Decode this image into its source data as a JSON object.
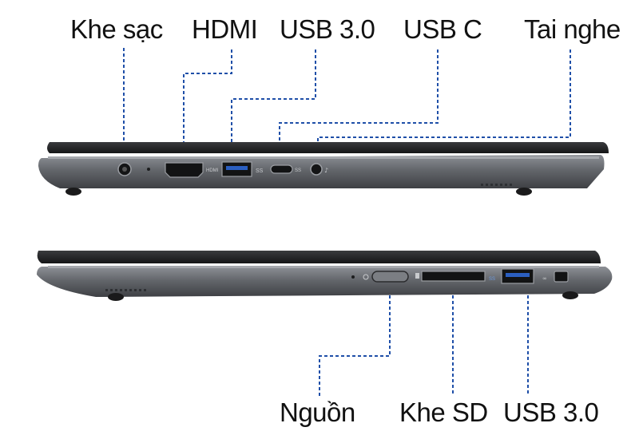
{
  "labels_top": {
    "charging_port": "Khe sạc",
    "hdmi": "HDMI",
    "usb3": "USB 3.0",
    "usb_c": "USB C",
    "headphone": "Tai nghe"
  },
  "labels_bottom": {
    "power": "Nguồn",
    "sd_slot": "Khe SD",
    "usb3": "USB 3.0"
  },
  "colors": {
    "leader_line": "#1f4fa8",
    "lid": "#232426",
    "body": "#5a5c61",
    "body_light": "#8d9096",
    "port": "#121314"
  }
}
